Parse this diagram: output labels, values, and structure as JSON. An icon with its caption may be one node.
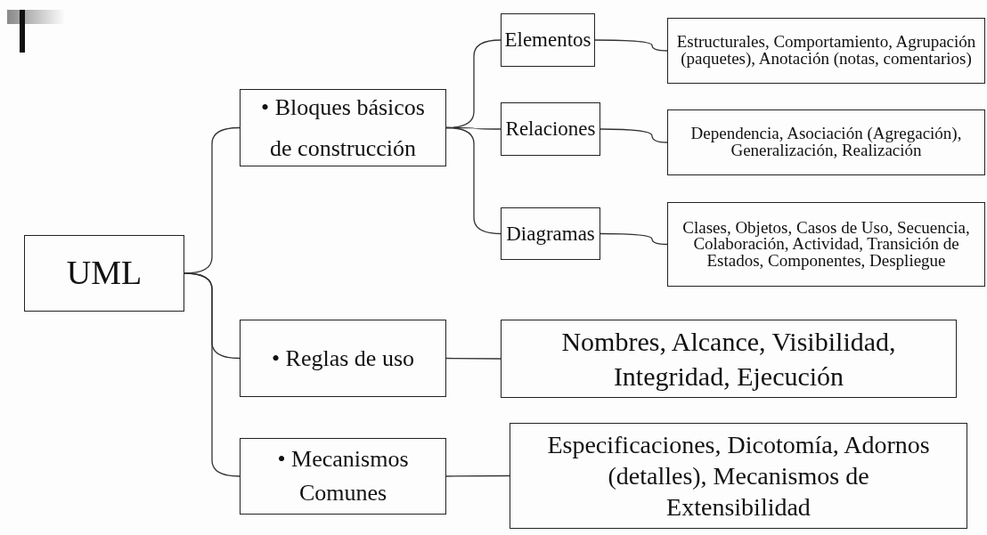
{
  "diagram": {
    "nodes": [
      {
        "text": [
          "UML"
        ]
      },
      {
        "text": [
          "• Bloques básicos de construcción"
        ]
      },
      {
        "text": [
          "• Reglas de uso"
        ]
      },
      {
        "text": [
          "• Mecanismos Comunes"
        ]
      },
      {
        "text": [
          "Elementos"
        ]
      },
      {
        "text": [
          "Relaciones"
        ]
      },
      {
        "text": [
          "Diagramas"
        ]
      },
      {
        "text": [
          "Estructurales, Comportamiento, Agrupación (paquetes), Anotación (notas, comentarios)"
        ]
      },
      {
        "text": [
          "Dependencia, Asociación (Agregación), Generalización, Realización"
        ]
      },
      {
        "text": [
          "Clases, Objetos, Casos de Uso, Secuencia, Colaboración, Actividad, Transición de Estados, Componentes, Despliegue"
        ]
      },
      {
        "text": [
          "Nombres, Alcance, Visibilidad, Integridad, Ejecución"
        ]
      },
      {
        "text": [
          "Especificaciones, Dicotomía, Adornos (detalles), Mecanismos de Extensibilidad"
        ]
      }
    ],
    "edges": [
      {
        "from": 0,
        "to": 1,
        "arrow": "none"
      },
      {
        "from": 0,
        "to": 2,
        "arrow": "none"
      },
      {
        "from": 0,
        "to": 3,
        "arrow": "none"
      },
      {
        "from": 1,
        "to": 4,
        "arrow": "none"
      },
      {
        "from": 1,
        "to": 5,
        "arrow": "none"
      },
      {
        "from": 1,
        "to": 6,
        "arrow": "none"
      },
      {
        "from": 4,
        "to": 7,
        "arrow": "none"
      },
      {
        "from": 5,
        "to": 8,
        "arrow": "none"
      },
      {
        "from": 6,
        "to": 9,
        "arrow": "none"
      },
      {
        "from": 2,
        "to": 10,
        "arrow": "none"
      },
      {
        "from": 3,
        "to": 11,
        "arrow": "none"
      }
    ]
  }
}
